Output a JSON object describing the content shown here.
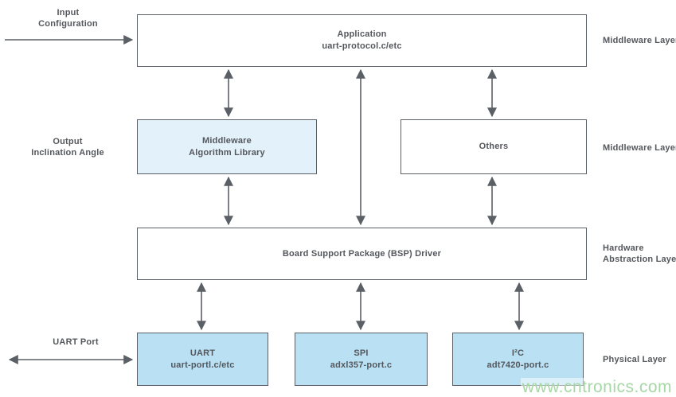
{
  "diagram": {
    "left_labels": {
      "input_configuration": {
        "line1": "Input",
        "line2": "Configuration"
      },
      "output_inclination_angle": {
        "line1": "Output",
        "line2": "Inclination Angle"
      },
      "uart_port": "UART Port"
    },
    "right_labels": {
      "application_layer": "Middleware Layer",
      "middleware_layer": "Middleware Layer",
      "hardware_abstraction": {
        "line1": "Hardware",
        "line2": "Abstraction Layer"
      },
      "physical_layer": "Physical Layer"
    },
    "boxes": {
      "application": {
        "line1": "Application",
        "line2": "uart-protocol.c/etc"
      },
      "middleware_algorithm_library": {
        "line1": "Middleware",
        "line2": "Algorithm Library"
      },
      "others": {
        "line1": "Others"
      },
      "bsp_driver": {
        "line1": "Board Support Package (BSP) Driver"
      },
      "uart": {
        "line1": "UART",
        "line2": "uart-portl.c/etc"
      },
      "spi": {
        "line1": "SPI",
        "line2": "adxl357-port.c"
      },
      "i2c": {
        "line1": "I²C",
        "line2": "adt7420-port.c"
      }
    },
    "watermark": "www.cntronics.com",
    "colors": {
      "line_and_border": "#5b6066",
      "text": "#54575c",
      "box_fill_light_blue": "#e3f1fa",
      "box_fill_blue": "#b9e0f3",
      "watermark_green": "#a6d7a6"
    }
  }
}
